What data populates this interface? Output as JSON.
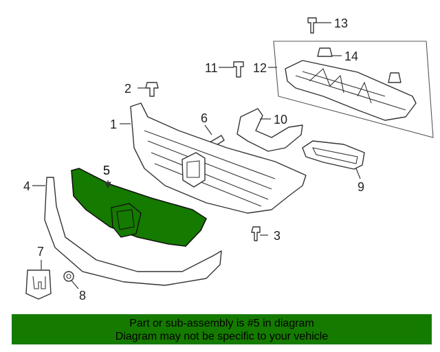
{
  "diagram": {
    "callouts": [
      "1",
      "2",
      "3",
      "4",
      "5",
      "6",
      "7",
      "8",
      "9",
      "10",
      "11",
      "12",
      "13",
      "14"
    ],
    "highlight_color": "#157a00",
    "highlighted_part": "5"
  },
  "banner": {
    "line1": "Part or sub-assembly is #5 in diagram",
    "line2": "Diagram may not be specific to your vehicle",
    "color": "#157a00"
  }
}
